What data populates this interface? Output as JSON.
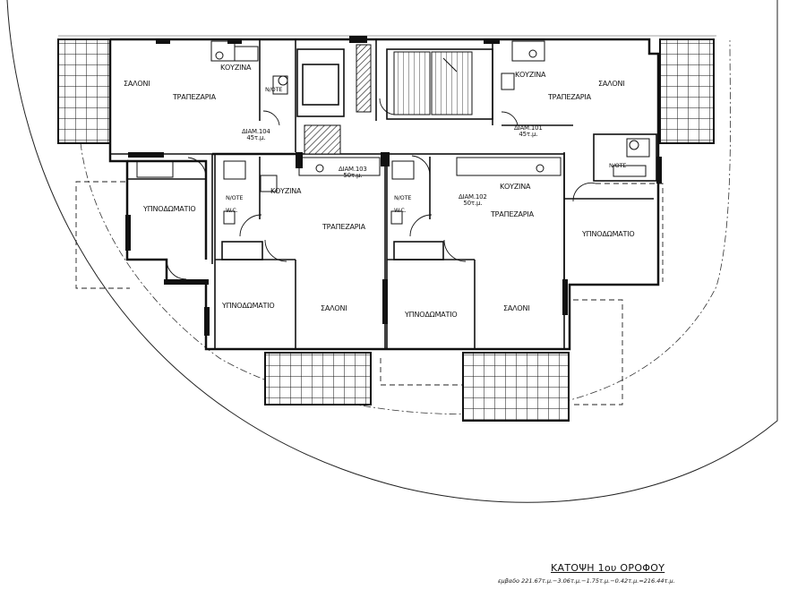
{
  "title": "ΚΑΤΟΨΗ 1ου ΟΡΟΦΟΥ",
  "subtitle": "εμβαδο  221.67τ.μ.−3.06τ.μ.−1.75τ.μ.−0.42τ.μ.=216.44τ.μ.",
  "apartments": [
    {
      "name": "ΔΙΑΜ.104",
      "area": "45τ.μ."
    },
    {
      "name": "ΔΙΑΜ.101",
      "area": "45τ.μ."
    },
    {
      "name": "ΔΙΑΜ.103",
      "area": "50τ.μ."
    },
    {
      "name": "ΔΙΑΜ.102",
      "area": "50τ.μ."
    }
  ],
  "rooms": {
    "saloni": "ΣΑΛΟΝΙ",
    "trapezaria": "ΤΡΑΠΕΖΑΡΙΑ",
    "kouzina": "ΚΟΥΖΙΝΑ",
    "bathroom": "Ν/ΟΤΕ",
    "bathroom_lower": "Ν/ΟΤΕ",
    "we": "W.C.",
    "bedroom": "ΥΠΝΟΔΩΜΑΤΙΟ"
  }
}
